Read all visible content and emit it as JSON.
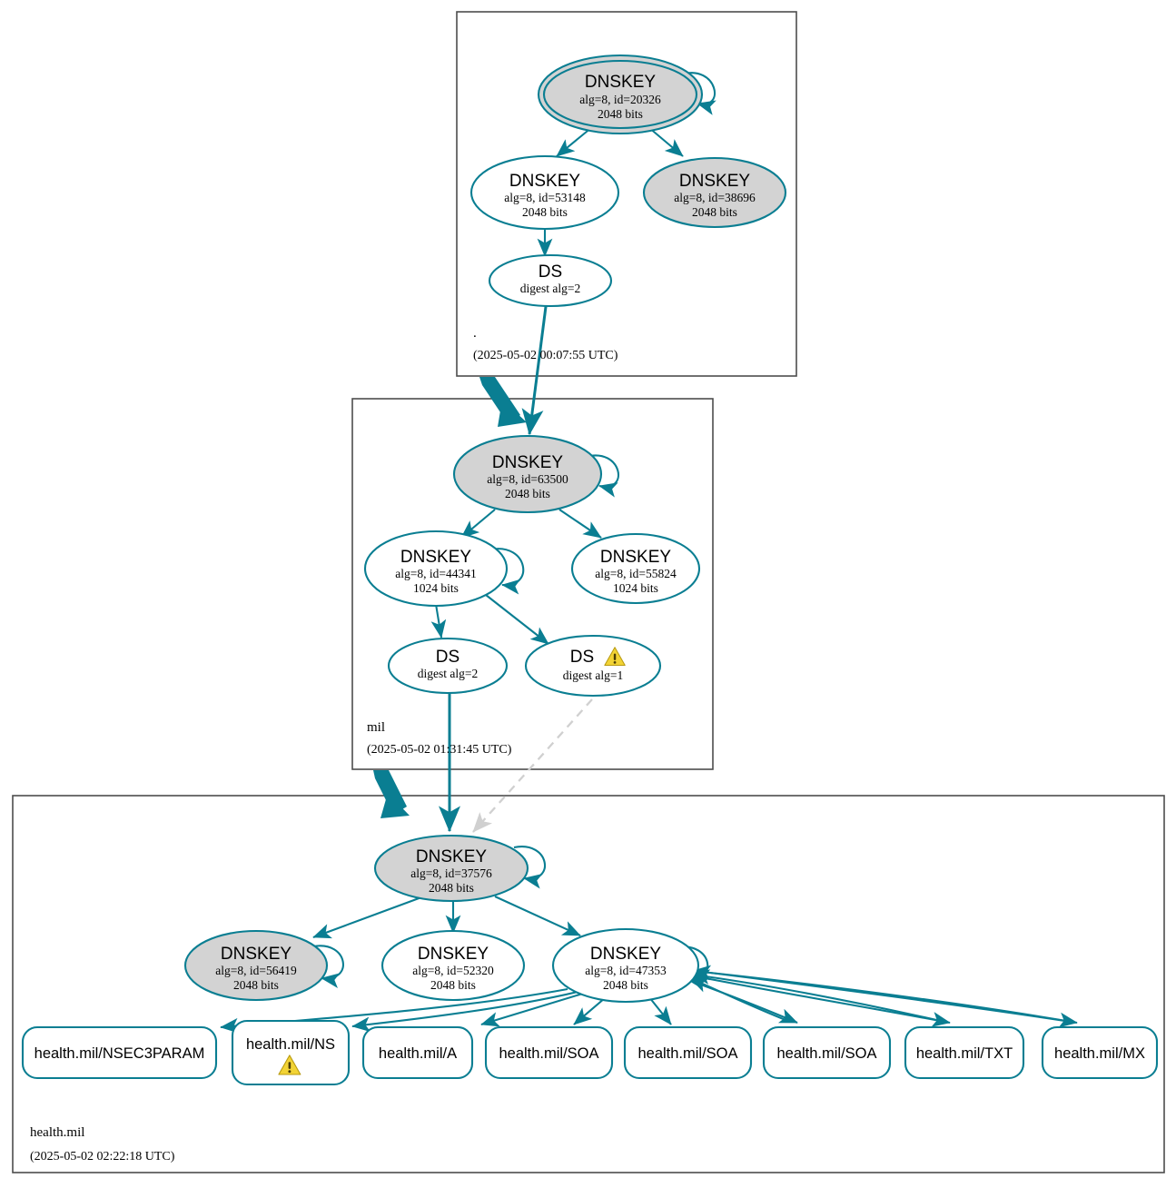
{
  "diagram": {
    "kind": "dnssec-authentication-chain",
    "target": "health.mil",
    "accent_color": "#0a7e92",
    "secure_node_fill": "#d3d3d3",
    "plain_node_fill": "#ffffff",
    "zone_border_color": "#4d4d4d",
    "dashed_edge_color": "#d0d0d0",
    "warning_color": "#f2d335"
  },
  "zones": [
    {
      "id": "root",
      "name": ".",
      "timestamp": "(2025-05-02 00:07:55 UTC)"
    },
    {
      "id": "mil",
      "name": "mil",
      "timestamp": "(2025-05-02 01:31:45 UTC)"
    },
    {
      "id": "health-mil",
      "name": "health.mil",
      "timestamp": "(2025-05-02 02:22:18 UTC)"
    }
  ],
  "nodes": {
    "root_ksk_20326": {
      "type": "DNSKEY",
      "title": "DNSKEY",
      "params": "alg=8, id=20326",
      "bits": "2048 bits",
      "trust_anchor": true,
      "secure": true
    },
    "root_zsk_53148": {
      "type": "DNSKEY",
      "title": "DNSKEY",
      "params": "alg=8, id=53148",
      "bits": "2048 bits",
      "trust_anchor": false,
      "secure": false
    },
    "root_key_38696": {
      "type": "DNSKEY",
      "title": "DNSKEY",
      "params": "alg=8, id=38696",
      "bits": "2048 bits",
      "trust_anchor": false,
      "secure": true
    },
    "root_ds_mil": {
      "type": "DS",
      "title": "DS",
      "params": "digest alg=2",
      "warning": false
    },
    "mil_ksk_63500": {
      "type": "DNSKEY",
      "title": "DNSKEY",
      "params": "alg=8, id=63500",
      "bits": "2048 bits",
      "secure": true
    },
    "mil_zsk_44341": {
      "type": "DNSKEY",
      "title": "DNSKEY",
      "params": "alg=8, id=44341",
      "bits": "1024 bits",
      "secure": false
    },
    "mil_zsk_55824": {
      "type": "DNSKEY",
      "title": "DNSKEY",
      "params": "alg=8, id=55824",
      "bits": "1024 bits",
      "secure": false
    },
    "mil_ds_2": {
      "type": "DS",
      "title": "DS",
      "params": "digest alg=2",
      "warning": false
    },
    "mil_ds_1": {
      "type": "DS",
      "title": "DS",
      "params": "digest alg=1",
      "warning": true
    },
    "hm_ksk_37576": {
      "type": "DNSKEY",
      "title": "DNSKEY",
      "params": "alg=8, id=37576",
      "bits": "2048 bits",
      "secure": true
    },
    "hm_key_56419": {
      "type": "DNSKEY",
      "title": "DNSKEY",
      "params": "alg=8, id=56419",
      "bits": "2048 bits",
      "secure": true
    },
    "hm_key_52320": {
      "type": "DNSKEY",
      "title": "DNSKEY",
      "params": "alg=8, id=52320",
      "bits": "2048 bits",
      "secure": false
    },
    "hm_key_47353": {
      "type": "DNSKEY",
      "title": "DNSKEY",
      "params": "alg=8, id=47353",
      "bits": "2048 bits",
      "secure": false
    }
  },
  "records": [
    {
      "id": "rec_nsec3param",
      "label": "health.mil/NSEC3PARAM",
      "warning": false
    },
    {
      "id": "rec_ns",
      "label": "health.mil/NS",
      "warning": true
    },
    {
      "id": "rec_a",
      "label": "health.mil/A",
      "warning": false
    },
    {
      "id": "rec_soa_1",
      "label": "health.mil/SOA",
      "warning": false
    },
    {
      "id": "rec_soa_2",
      "label": "health.mil/SOA",
      "warning": false
    },
    {
      "id": "rec_soa_3",
      "label": "health.mil/SOA",
      "warning": false
    },
    {
      "id": "rec_txt",
      "label": "health.mil/TXT",
      "warning": false
    },
    {
      "id": "rec_mx",
      "label": "health.mil/MX",
      "warning": false
    }
  ]
}
